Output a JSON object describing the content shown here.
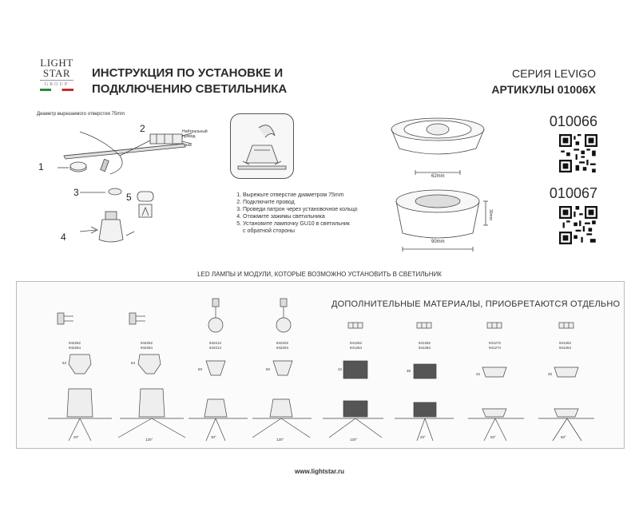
{
  "brand": {
    "line1": "LIGHT",
    "line2": "STAR",
    "line3": "GROUP"
  },
  "header": {
    "title_line1": "ИНСТРУКЦИЯ ПО УСТАНОВКЕ И",
    "title_line2": "ПОДКЛЮЧЕНИЮ СВЕТИЛЬНИКА",
    "series": "СЕРИЯ LEVIGO",
    "articles": "АРТИКУЛЫ 01006X"
  },
  "products": [
    {
      "article": "010066"
    },
    {
      "article": "010067"
    }
  ],
  "install_diagram": {
    "cutout_label": "Диаметр вырезаемого отверстия 75mm",
    "neutral_label_1": "Нейтральный",
    "neutral_label_2": "провод",
    "phase_label": "Фаза",
    "callouts": [
      "1",
      "2",
      "3",
      "4",
      "5"
    ]
  },
  "dimensions": {
    "top": "62mm",
    "bottom": "90mm",
    "side": "30mm"
  },
  "steps": [
    "Вырежьте отверстие диаметром 75mm",
    "Подключите провод",
    "Проведи патрон через установочное кольцо",
    "Отожмите зажимы светильника",
    "Установите лампочку GU10 в светильник",
    "с обратной стороны"
  ],
  "lamps_section_title": "LED ЛАМПЫ И МОДУЛИ, КОТОРЫЕ ВОЗМОЖНО УСТАНОВИТЬ В СВЕТИЛЬНИК",
  "additional_materials": "ДОПОЛНИТЕЛЬНЫЕ МАТЕРИАЛЫ, ПРИОБРЕТАЮТСЯ ОТДЕЛЬНО",
  "lamp_codes": [
    {
      "a": "942262",
      "b": "942264"
    },
    {
      "a": "942252",
      "b": "942254"
    },
    {
      "a": "942212",
      "b": "942214"
    },
    {
      "a": "942202",
      "b": "942204"
    },
    {
      "a": "941252",
      "b": "941254"
    },
    {
      "a": "941282",
      "b": "941284"
    },
    {
      "a": "941272",
      "b": "941274"
    },
    {
      "a": "941262",
      "b": "941264"
    }
  ],
  "lamp_heights": [
    "54",
    "54",
    "50",
    "50",
    "42",
    "39",
    "22",
    "25"
  ],
  "beam_angles": [
    "20°",
    "120°",
    "30°",
    "120°",
    "120°",
    "20°",
    "50°",
    "60°"
  ],
  "website": "www.lightstar.ru"
}
